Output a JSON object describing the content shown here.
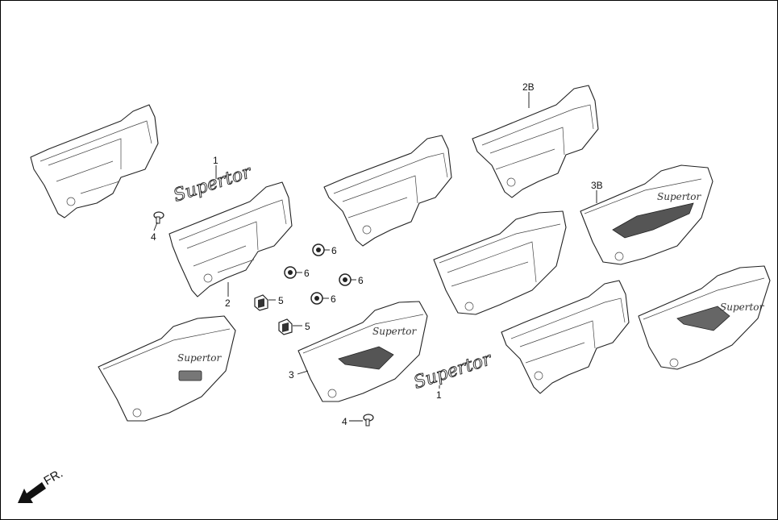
{
  "diagram": {
    "labels": {
      "l_2B": "2B",
      "l_3B": "3B",
      "l_1a": "1",
      "l_1b": "1",
      "l_2": "2",
      "l_3": "3",
      "l_4a": "4",
      "l_4b": "4",
      "l_5a": "5",
      "l_5b": "5",
      "l_6a": "6",
      "l_6b": "6",
      "l_6c": "6",
      "l_6d": "6"
    },
    "direction_label": "FR."
  }
}
